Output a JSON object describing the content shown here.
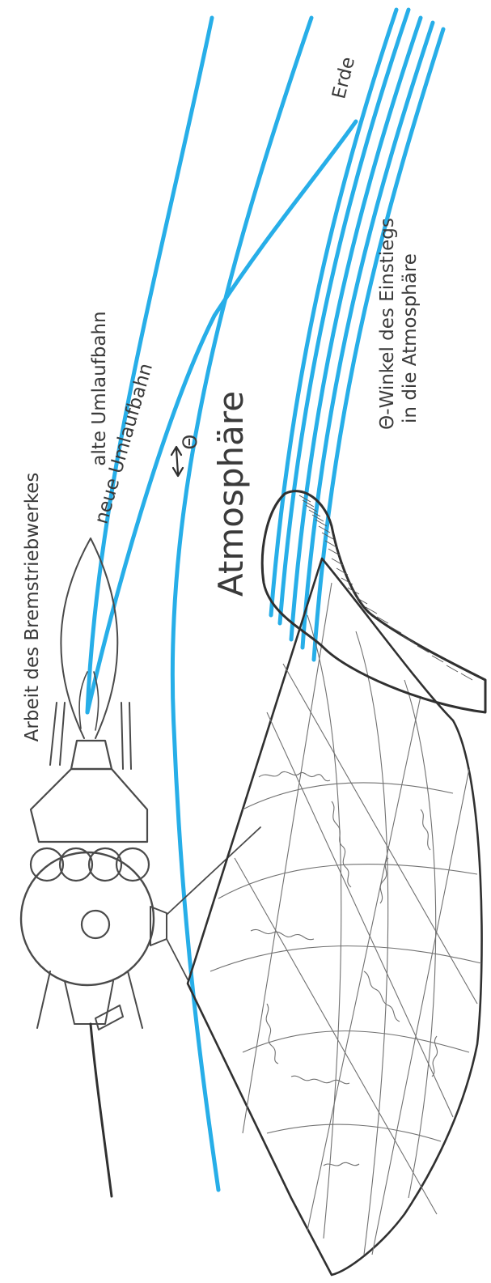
{
  "labels": {
    "braking_engine": "Arbeit des Bremstriebwerkes",
    "old_orbit": "alte Umlaufbahn",
    "new_orbit": "neue Umlaufbahn",
    "theta": "Θ",
    "atmosphere": "Atmosphäre",
    "earth": "Erde",
    "entry_angle_line1": "Θ-Winkel des Einstiegs",
    "entry_angle_line2": "in die Atmosphäre"
  },
  "colors": {
    "orbit_blue": "#27aee8",
    "ink": "#4a4a4a"
  }
}
